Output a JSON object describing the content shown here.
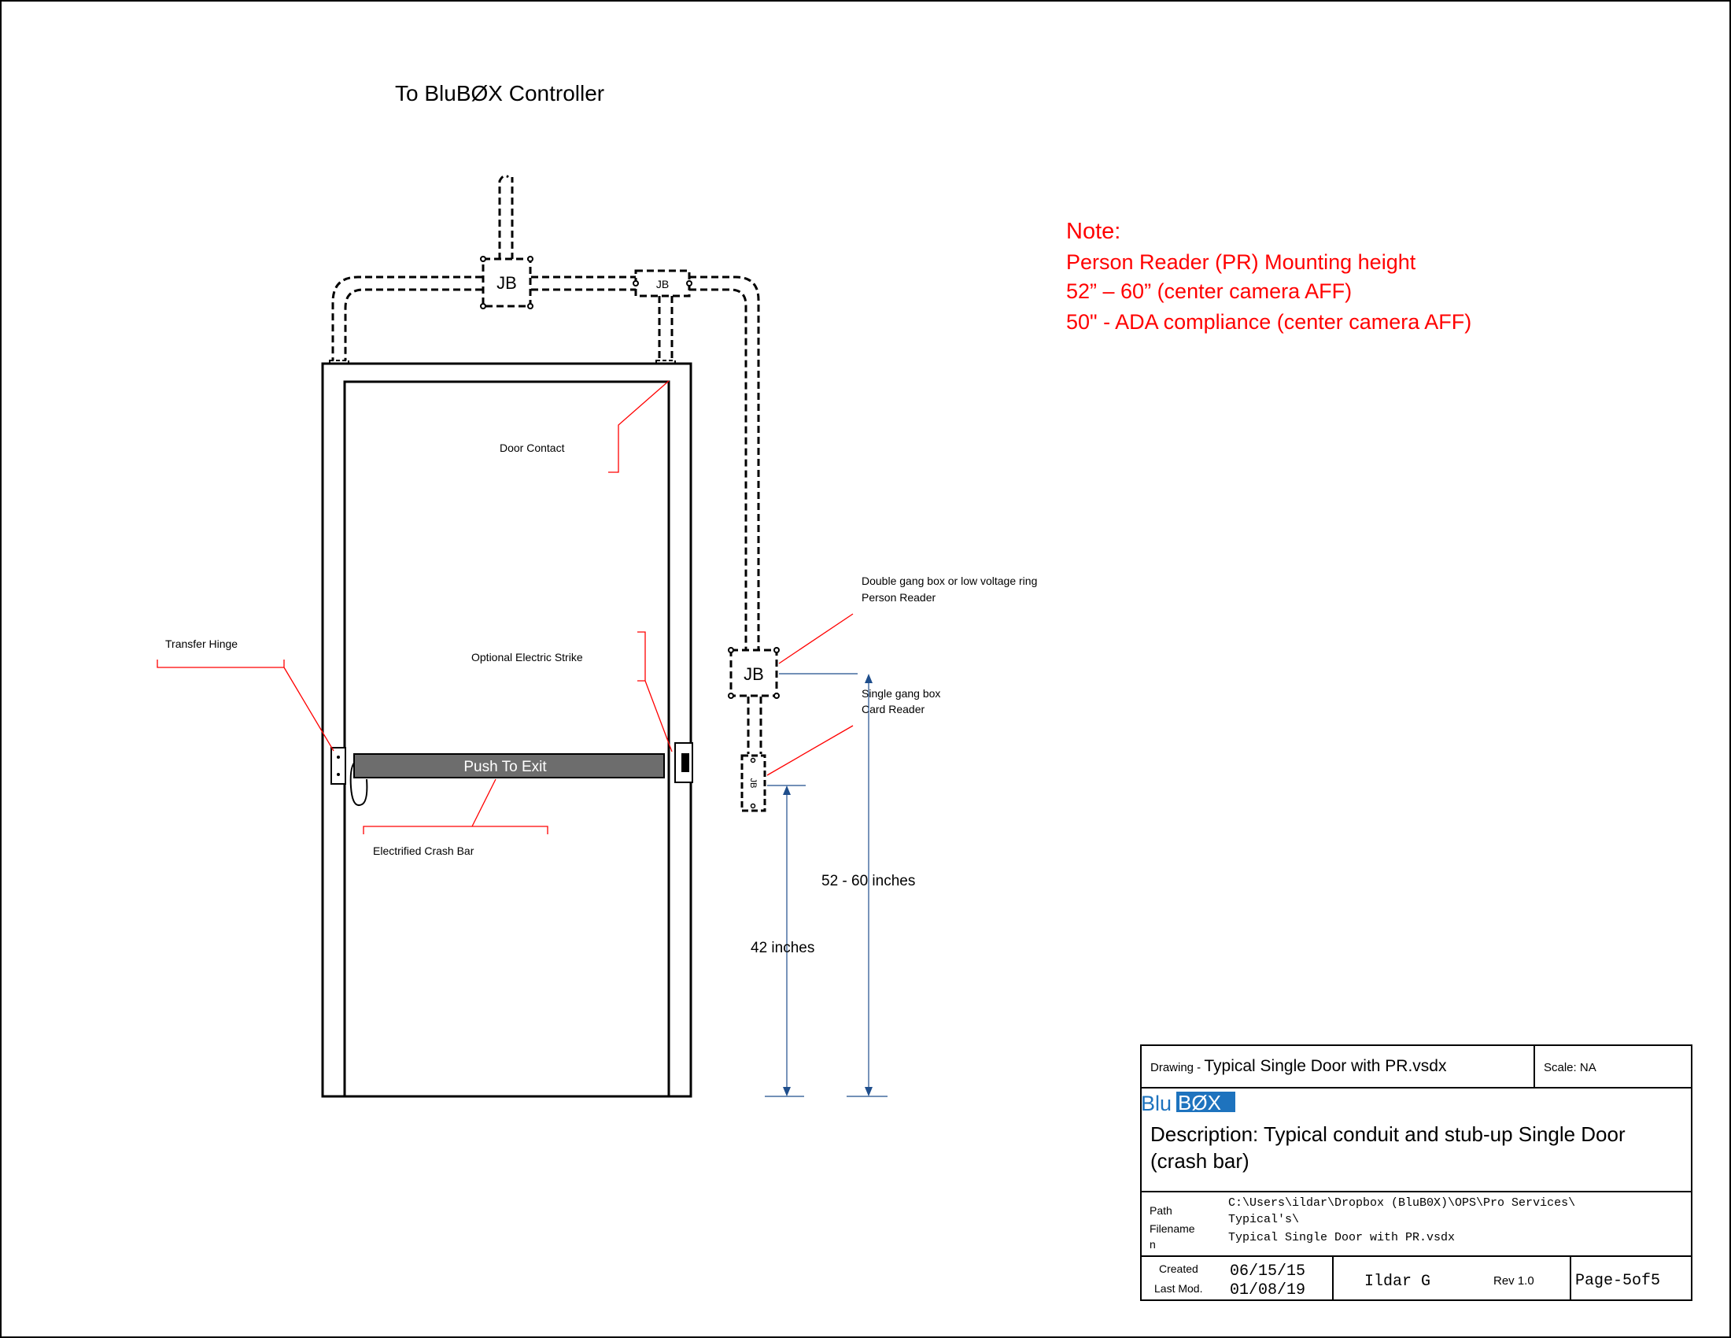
{
  "heading": "To BluBØX Controller",
  "note": {
    "title": "Note:",
    "line1": "Person Reader (PR) Mounting height",
    "line2": "52” – 60” (center camera AFF)",
    "line3": "50\"  - ADA compliance (center camera AFF)",
    "color": "#ff0000"
  },
  "boxes": {
    "jb_main": "JB",
    "jb_right": "JB",
    "jb_reader": "JB",
    "jb_card": "JB"
  },
  "labels": {
    "door_contact": "Door Contact",
    "transfer_hinge": "Transfer Hinge",
    "electric_strike": "Optional Electric Strike",
    "crash_bar": "Electrified Crash Bar",
    "push_to_exit": "Push To Exit",
    "double_gang_1": "Double gang box or low voltage ring",
    "double_gang_2": "Person Reader",
    "single_gang_1": "Single gang box",
    "single_gang_2": "Card Reader"
  },
  "dimensions": {
    "pr_height": "52 - 60  inches",
    "card_height": "42 inches"
  },
  "title_block": {
    "drawing_label": "Drawing - ",
    "drawing_value": "Typical Single Door with PR.vsdx",
    "scale": "Scale: NA",
    "logo_prefix": "Blu",
    "logo_box": "BØX",
    "description_1": "Description: Typical conduit and stub-up Single Door",
    "description_2": "(crash bar)",
    "path_label": "Path",
    "filename_label_1": "Filename",
    "filename_label_2": "n",
    "path_1": "C:\\Users\\ildar\\Dropbox (BluB0X)\\OPS\\Pro Services\\",
    "path_2": "Typical's\\",
    "path_3": "Typical Single Door with PR.vsdx",
    "created_label": "Created",
    "lastmod_label": "Last Mod.",
    "created_date": "06/15/15",
    "lastmod_date": "01/08/19",
    "author": "Ildar G",
    "rev": "Rev 1.0",
    "page": "Page-5of5",
    "logo_color": "#1e73be"
  }
}
